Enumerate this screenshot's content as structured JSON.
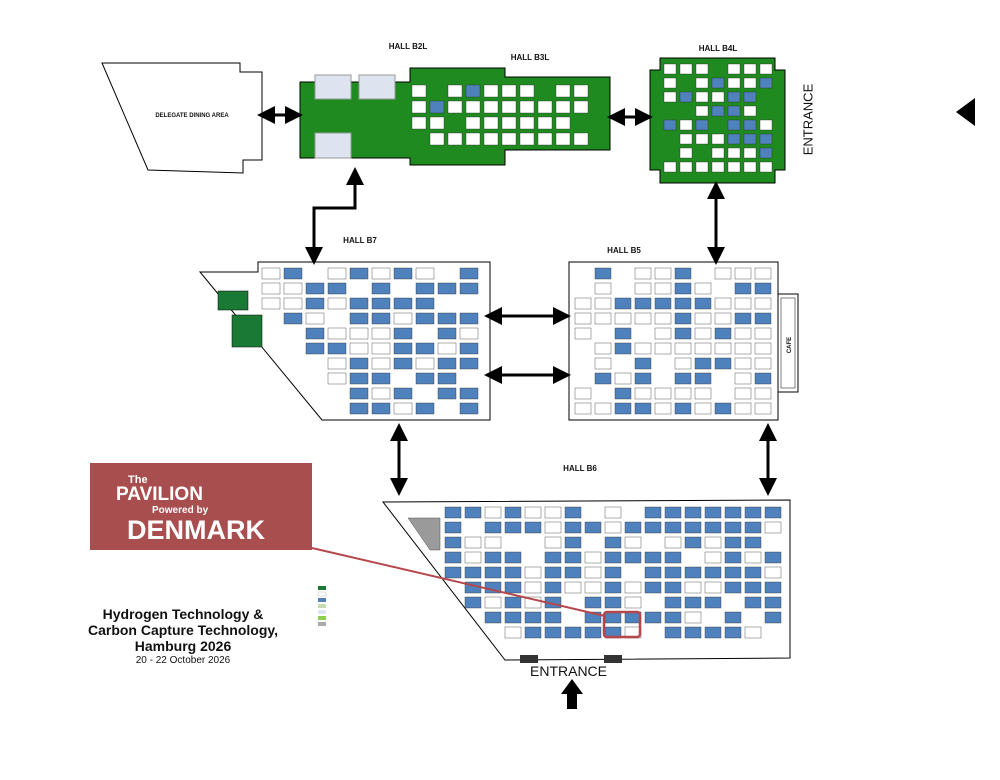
{
  "halls": {
    "b2l": "HALL  B2L",
    "b3l": "HALL  B3L",
    "b4l": "HALL  B4L",
    "b7": "HALL  B7",
    "b5": "HALL  B5",
    "b6": "HALL  B6"
  },
  "areas": {
    "dining": "DELEGATE DINING AREA",
    "cafe": "CAFE"
  },
  "entrances": {
    "east": "ENTRANCE",
    "south": "ENTRANCE"
  },
  "pavilion": {
    "the": "The",
    "pavilion": "PAVILION",
    "powered": "Powered by",
    "denmark": "DENMARK"
  },
  "event": {
    "line1": "Hydrogen Technology &",
    "line2": "Carbon Capture Technology,",
    "line3": "Hamburg 2026",
    "dates": "20 - 22 October 2026"
  },
  "colors": {
    "green_hall": "#1f8a1f",
    "booth_blue": "#4f81bd",
    "pavilion_red": "#a94e4e",
    "highlight": "#b5474b"
  }
}
